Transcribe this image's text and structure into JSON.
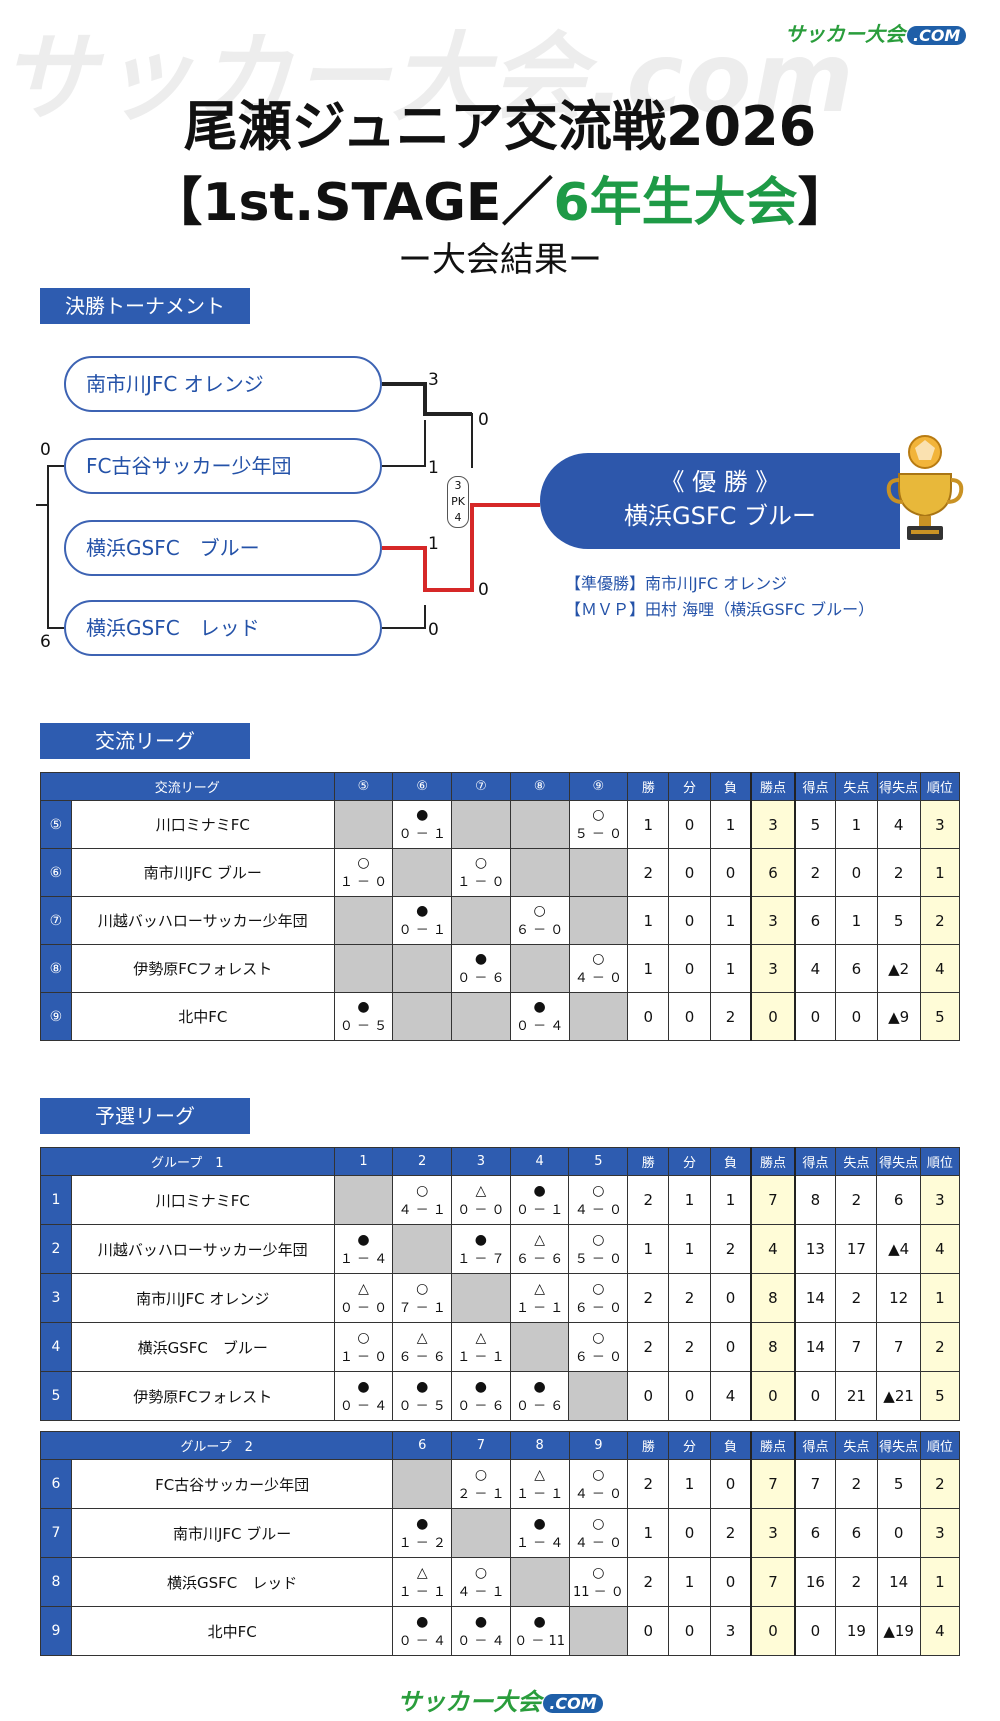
{
  "watermark": "サッカー大会.com",
  "logo": {
    "text": "サッカー大会",
    "dot_com": ".COM"
  },
  "title": "尾瀬ジュニア交流戦2026",
  "subtitle": {
    "open": "【",
    "stage": "1st.STAGE／",
    "category": "6年生大会",
    "close": "】"
  },
  "result_heading": "ー大会結果ー",
  "final": {
    "section": "決勝トーナメント",
    "teams": [
      "南市川JFC オレンジ",
      "FC古谷サッカー少年団",
      "横浜GSFC　ブルー",
      "横浜GSFC　レッド"
    ],
    "scores": {
      "semi1_top": "3",
      "semi1_bottom": "1",
      "semi2_top": "1",
      "semi2_bottom": "0",
      "final_top": "0",
      "final_bottom": "0",
      "left_top": "0",
      "left_bottom": "6"
    },
    "pk": {
      "top": "3",
      "label": "PK",
      "bottom": "4"
    },
    "winner_label": "《 優 勝 》",
    "winner": "横浜GSFC ブルー",
    "runner_up": "【準優勝】南市川JFC オレンジ",
    "mvp": "【ＭＶＰ】田村 海哩（横浜GSFC ブルー）"
  },
  "exchange": {
    "section": "交流リーグ",
    "headers": [
      "交流リーグ",
      "⑤",
      "⑥",
      "⑦",
      "⑧",
      "⑨",
      "勝",
      "分",
      "負",
      "勝点",
      "得点",
      "失点",
      "得失点",
      "順位"
    ],
    "rows": [
      {
        "n": "⑤",
        "team": "川口ミナミFC",
        "cells": [
          null,
          [
            "●",
            "０ － １"
          ],
          [
            "",
            ""
          ],
          [
            "",
            ""
          ],
          [
            "○",
            "５ － ０"
          ]
        ],
        "stats": [
          "1",
          "0",
          "1",
          "3",
          "5",
          "1",
          "4",
          "3"
        ]
      },
      {
        "n": "⑥",
        "team": "南市川JFC ブルー",
        "cells": [
          [
            "○",
            "１ － ０"
          ],
          null,
          [
            "○",
            "１ － ０"
          ],
          [
            "",
            ""
          ],
          [
            "",
            ""
          ]
        ],
        "stats": [
          "2",
          "0",
          "0",
          "6",
          "2",
          "0",
          "2",
          "1"
        ]
      },
      {
        "n": "⑦",
        "team": "川越バッハローサッカー少年団",
        "cells": [
          [
            "",
            ""
          ],
          [
            "●",
            "０ － １"
          ],
          null,
          [
            "○",
            "６ － ０"
          ],
          [
            "",
            ""
          ]
        ],
        "stats": [
          "1",
          "0",
          "1",
          "3",
          "6",
          "1",
          "5",
          "2"
        ]
      },
      {
        "n": "⑧",
        "team": "伊勢原FCフォレスト",
        "cells": [
          [
            "",
            ""
          ],
          [
            "",
            ""
          ],
          [
            "●",
            "０ － ６"
          ],
          null,
          [
            "○",
            "４ － ０"
          ]
        ],
        "stats": [
          "1",
          "0",
          "1",
          "3",
          "4",
          "6",
          "▲2",
          "4"
        ]
      },
      {
        "n": "⑨",
        "team": "北中FC",
        "cells": [
          [
            "●",
            "０ － ５"
          ],
          [
            "",
            ""
          ],
          [
            "",
            ""
          ],
          [
            "●",
            "０ － ４"
          ],
          null
        ],
        "stats": [
          "0",
          "0",
          "2",
          "0",
          "0",
          "0",
          "▲9",
          "5"
        ]
      }
    ]
  },
  "prelim": {
    "section": "予選リーグ",
    "group1": {
      "headers": [
        "グループ　1",
        "1",
        "2",
        "3",
        "4",
        "5",
        "勝",
        "分",
        "負",
        "勝点",
        "得点",
        "失点",
        "得失点",
        "順位"
      ],
      "rows": [
        {
          "n": "1",
          "team": "川口ミナミFC",
          "cells": [
            null,
            [
              "○",
              "４ － １"
            ],
            [
              "△",
              "０ － ０"
            ],
            [
              "●",
              "０ － １"
            ],
            [
              "○",
              "４ － ０"
            ]
          ],
          "stats": [
            "2",
            "1",
            "1",
            "7",
            "8",
            "2",
            "6",
            "3"
          ]
        },
        {
          "n": "2",
          "team": "川越バッハローサッカー少年団",
          "cells": [
            [
              "●",
              "１ － ４"
            ],
            null,
            [
              "●",
              "１ － ７"
            ],
            [
              "△",
              "６ － ６"
            ],
            [
              "○",
              "５ － ０"
            ]
          ],
          "stats": [
            "1",
            "1",
            "2",
            "4",
            "13",
            "17",
            "▲4",
            "4"
          ]
        },
        {
          "n": "3",
          "team": "南市川JFC オレンジ",
          "cells": [
            [
              "△",
              "０ － ０"
            ],
            [
              "○",
              "７ － １"
            ],
            null,
            [
              "△",
              "１ － １"
            ],
            [
              "○",
              "６ － ０"
            ]
          ],
          "stats": [
            "2",
            "2",
            "0",
            "8",
            "14",
            "2",
            "12",
            "1"
          ]
        },
        {
          "n": "4",
          "team": "横浜GSFC　ブルー",
          "cells": [
            [
              "○",
              "１ － ０"
            ],
            [
              "△",
              "６ － ６"
            ],
            [
              "△",
              "１ － １"
            ],
            null,
            [
              "○",
              "６ － ０"
            ]
          ],
          "stats": [
            "2",
            "2",
            "0",
            "8",
            "14",
            "7",
            "7",
            "2"
          ]
        },
        {
          "n": "5",
          "team": "伊勢原FCフォレスト",
          "cells": [
            [
              "●",
              "０ － ４"
            ],
            [
              "●",
              "０ － ５"
            ],
            [
              "●",
              "０ － ６"
            ],
            [
              "●",
              "０ － ６"
            ],
            null
          ],
          "stats": [
            "0",
            "0",
            "4",
            "0",
            "0",
            "21",
            "▲21",
            "5"
          ]
        }
      ]
    },
    "group2": {
      "headers": [
        "グループ　2",
        "6",
        "7",
        "8",
        "9",
        "勝",
        "分",
        "負",
        "勝点",
        "得点",
        "失点",
        "得失点",
        "順位"
      ],
      "rows": [
        {
          "n": "6",
          "team": "FC古谷サッカー少年団",
          "cells": [
            null,
            [
              "○",
              "２ － １"
            ],
            [
              "△",
              "１ － １"
            ],
            [
              "○",
              "４ － ０"
            ]
          ],
          "stats": [
            "2",
            "1",
            "0",
            "7",
            "7",
            "2",
            "5",
            "2"
          ]
        },
        {
          "n": "7",
          "team": "南市川JFC ブルー",
          "cells": [
            [
              "●",
              "１ － ２"
            ],
            null,
            [
              "●",
              "１ － ４"
            ],
            [
              "○",
              "４ － ０"
            ]
          ],
          "stats": [
            "1",
            "0",
            "2",
            "3",
            "6",
            "6",
            "0",
            "3"
          ]
        },
        {
          "n": "8",
          "team": "横浜GSFC　レッド",
          "cells": [
            [
              "△",
              "１ － １"
            ],
            [
              "○",
              "４ － １"
            ],
            null,
            [
              "○",
              "11 － ０"
            ]
          ],
          "stats": [
            "2",
            "1",
            "0",
            "7",
            "16",
            "2",
            "14",
            "1"
          ]
        },
        {
          "n": "9",
          "team": "北中FC",
          "cells": [
            [
              "●",
              "０ － ４"
            ],
            [
              "●",
              "０ － ４"
            ],
            [
              "●",
              "０ － 11"
            ],
            null
          ],
          "stats": [
            "0",
            "0",
            "3",
            "0",
            "0",
            "19",
            "▲19",
            "4"
          ]
        }
      ]
    }
  }
}
